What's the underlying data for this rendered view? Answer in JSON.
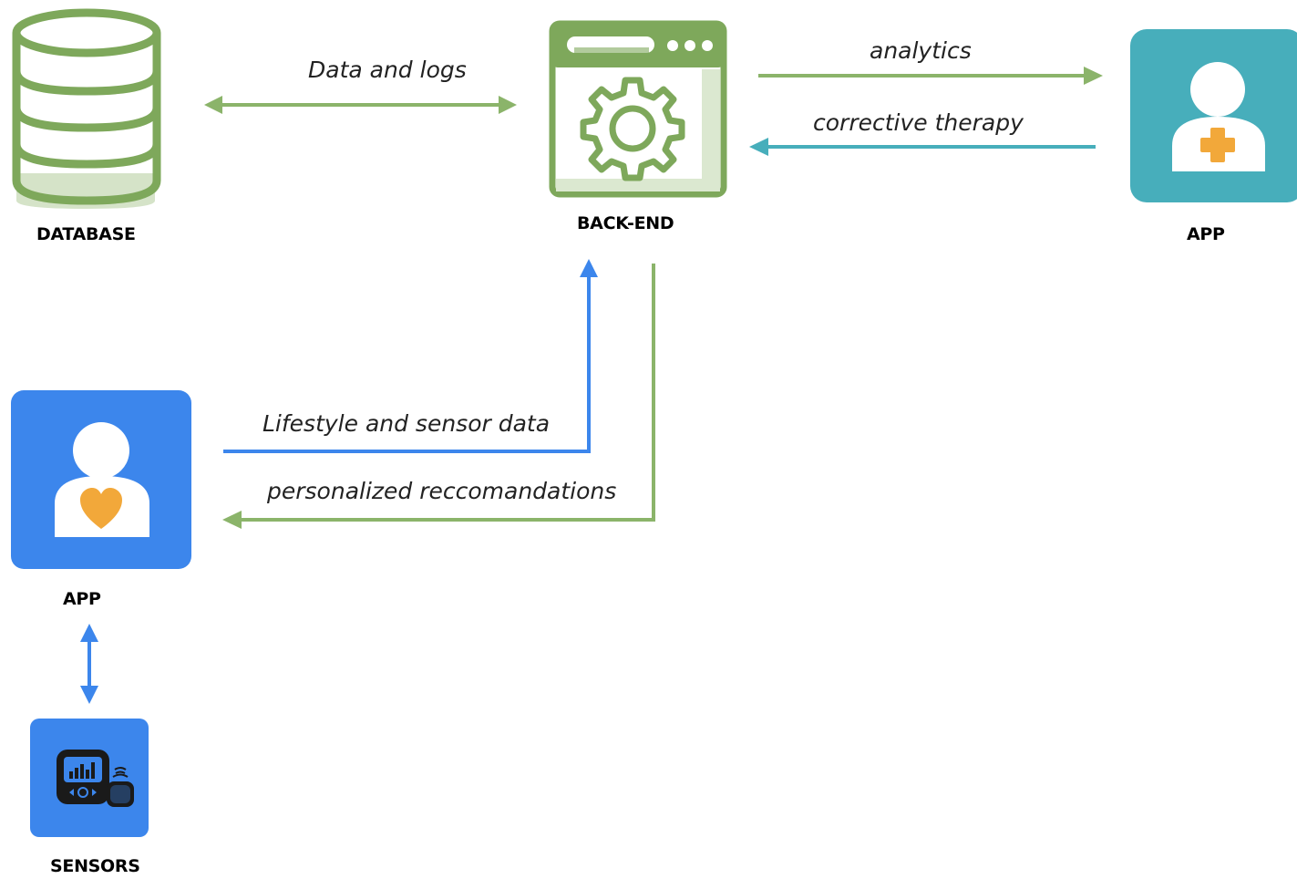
{
  "nodes": {
    "database": {
      "label": "DATABASE",
      "icon": "database-icon",
      "color": "#7ea85b"
    },
    "backend": {
      "label": "BACK-END",
      "icon": "gear-window-icon",
      "color": "#7ea85b"
    },
    "doctor_app": {
      "label": "APP",
      "icon": "doctor-user-icon",
      "color": "#47aebb",
      "accent": "#f2a83a"
    },
    "patient_app": {
      "label": "APP",
      "icon": "patient-user-icon",
      "color": "#3c86ec",
      "accent": "#f2a83a"
    },
    "sensors": {
      "label": "SENSORS",
      "icon": "sensor-device-icon",
      "color": "#3c86ec"
    }
  },
  "edges": {
    "db_backend": {
      "label": "Data and logs",
      "color": "#8bb46a"
    },
    "analytics": {
      "label": "analytics",
      "color": "#8bb46a"
    },
    "therapy": {
      "label": "corrective therapy",
      "color": "#47aebb"
    },
    "lifestyle": {
      "label": "Lifestyle and sensor data",
      "color": "#3c86ec"
    },
    "recommendations": {
      "label": "personalized reccomandations",
      "color": "#8bb46a"
    },
    "app_sensors": {
      "label": "",
      "color": "#3c86ec"
    }
  }
}
